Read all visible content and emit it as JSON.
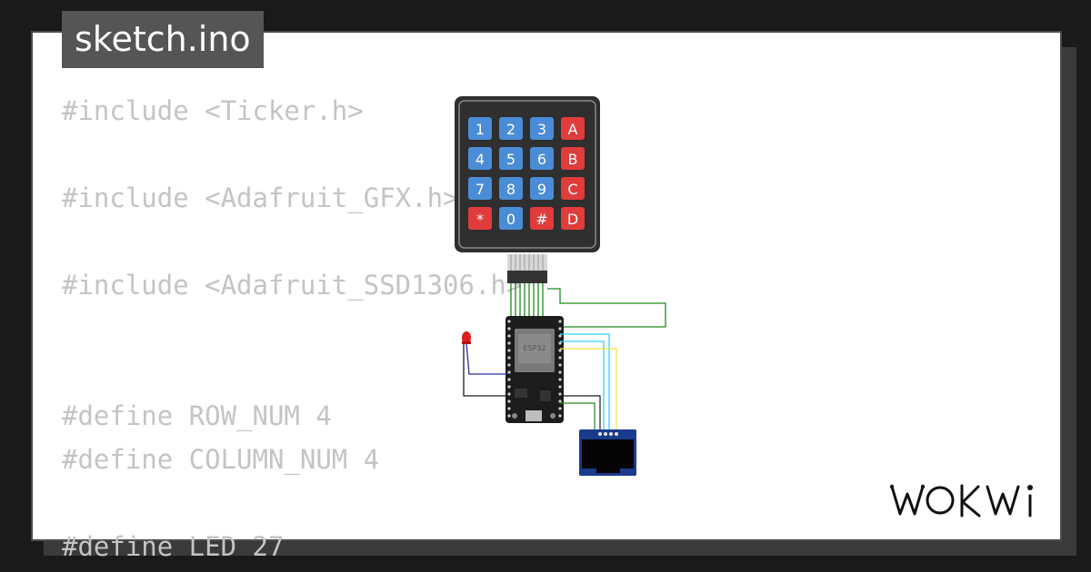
{
  "file_tab": {
    "label": "sketch.ino"
  },
  "code_lines": [
    "#include <Ticker.h>",
    "",
    "#include <Adafruit_GFX.h>",
    "",
    "#include <Adafruit_SSD1306.h>",
    "",
    "",
    "#define ROW_NUM 4",
    "#define COLUMN_NUM 4",
    "",
    "#define LED 27"
  ],
  "keypad": {
    "keys": [
      "1",
      "2",
      "3",
      "A",
      "4",
      "5",
      "6",
      "B",
      "7",
      "8",
      "9",
      "C",
      "*",
      "0",
      "#",
      "D"
    ],
    "colors": {
      "digit": "#4a8cd6",
      "special": "#e03c3c",
      "body": "#2f2f2f"
    }
  },
  "esp32": {
    "chip_label": "ESP32"
  },
  "brand": {
    "logo_text": "WOKWi"
  },
  "colors": {
    "background": "#1a1a1a",
    "card": "#ffffff",
    "code_text": "#c4c4c4",
    "tab": "#555555"
  }
}
